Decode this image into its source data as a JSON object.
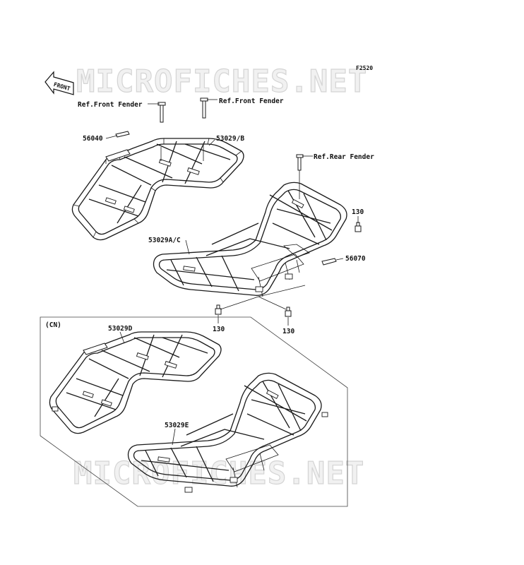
{
  "watermarks": [
    "MICROFICHES.NET",
    "MICROFICHES.NET"
  ],
  "figure_code": "F2520",
  "front_arrow_label": "FRONT",
  "inset_label": "(CN)",
  "callouts": {
    "ref_front_fender_left": "Ref.Front Fender",
    "ref_front_fender_right": "Ref.Front Fender",
    "ref_rear_fender": "Ref.Rear Fender",
    "p56040": "56040",
    "p53029b": "53029/B",
    "p53029ac": "53029A/C",
    "p130_right": "130",
    "p56070": "56070",
    "p130_bottom_left": "130",
    "p130_bottom_right": "130",
    "p53029d": "53029D",
    "p53029e": "53029E"
  }
}
